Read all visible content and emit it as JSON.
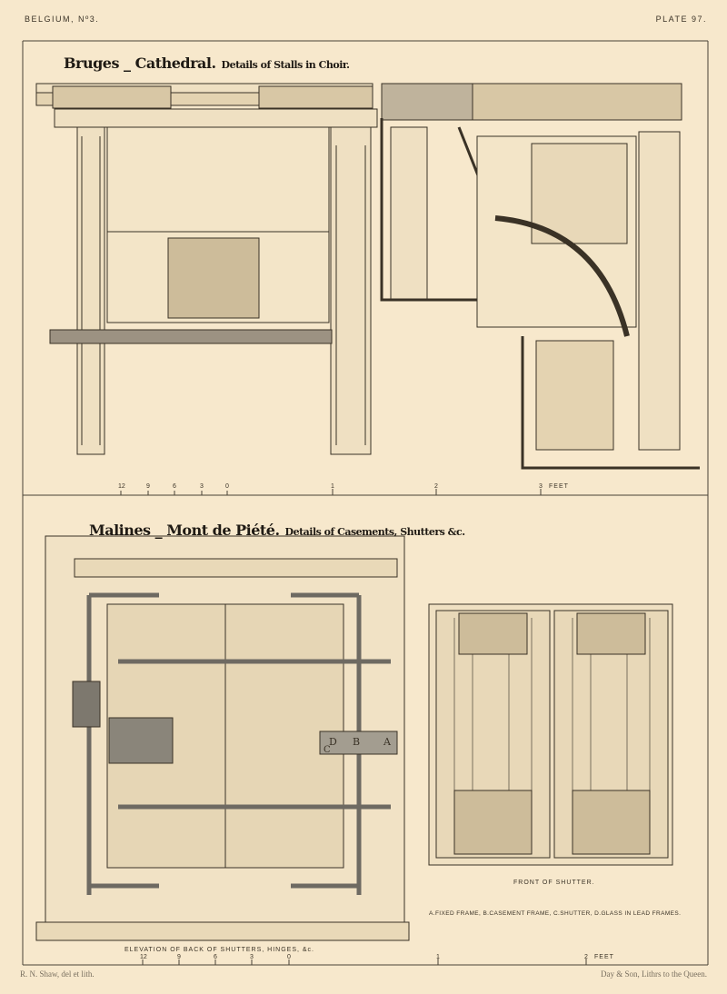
{
  "header": {
    "series": "BELGIUM, Nº3.",
    "plate": "PLATE 97."
  },
  "top_section": {
    "title": "Bruges _ Cathedral.",
    "subtitle": "Details of Stalls in Choir.",
    "scale": {
      "ticks": [
        "12",
        "9",
        "6",
        "3",
        "0",
        "1",
        "2",
        "3"
      ],
      "unit": "FEET"
    }
  },
  "bottom_section": {
    "title": "Malines _ Mont de Piété.",
    "subtitle": "Details of Casements, Shutters &c.",
    "left_caption": "ELEVATION OF BACK OF SHUTTERS, HINGES, &c.",
    "right_caption": "FRONT OF SHUTTER.",
    "legend": "A.FIXED FRAME, B.CASEMENT FRAME, C.SHUTTER, D.GLASS IN LEAD FRAMES.",
    "letters": {
      "a": "A",
      "b": "B",
      "c": "C",
      "d": "D"
    },
    "scale": {
      "ticks": [
        "12",
        "9",
        "6",
        "3",
        "0",
        "1",
        "2"
      ],
      "unit": "FEET"
    }
  },
  "credits": {
    "left": "R. N. Shaw, del et lith.",
    "right": "Day & Son, Lithrs to the Queen."
  },
  "colors": {
    "paper": "#f7e8cc",
    "ink": "#3a3226",
    "iron": "#6e6a62"
  }
}
